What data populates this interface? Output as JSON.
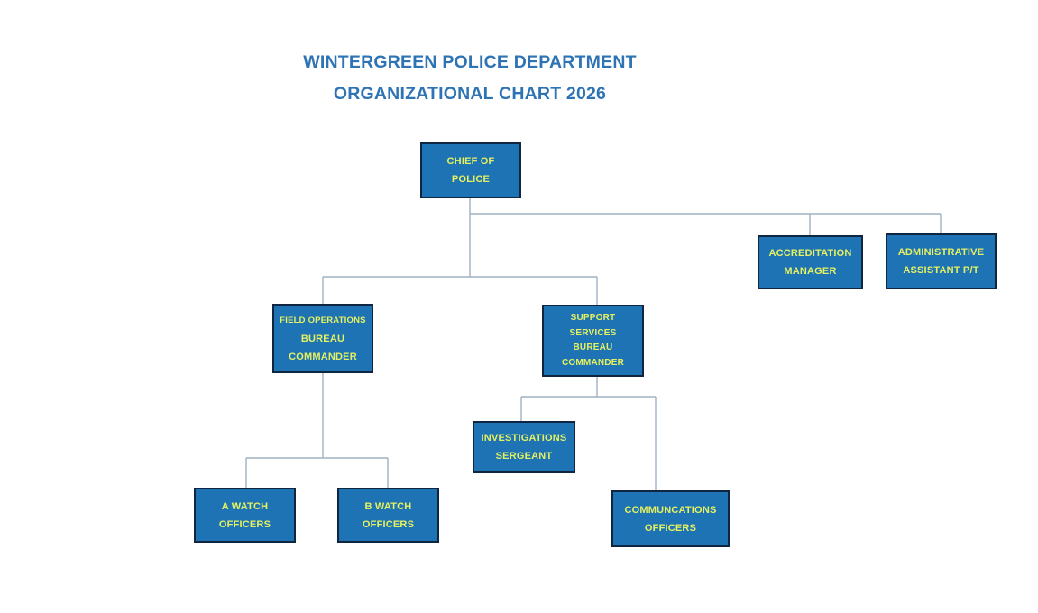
{
  "title": {
    "line1": "WINTERGREEN POLICE DEPARTMENT",
    "line2": "ORGANIZATIONAL CHART 2026"
  },
  "colors": {
    "background": "#FFFFFF",
    "title_text": "#2E74B5",
    "box_fill": "#1E73B5",
    "box_border": "#10253F",
    "box_text": "#E5F160",
    "connector": "#9FB0C4"
  },
  "nodes": {
    "chief": {
      "lines": [
        "CHIEF OF",
        "POLICE"
      ]
    },
    "accreditation": {
      "lines": [
        "ACCREDITATION",
        "MANAGER"
      ]
    },
    "admin_assistant": {
      "lines": [
        "ADMINISTRATIVE",
        "ASSISTANT P/T"
      ]
    },
    "field_ops": {
      "lines": [
        "FIELD OPERATIONS",
        "BUREAU",
        "COMMANDER"
      ]
    },
    "support": {
      "lines": [
        "SUPPORT",
        "SERVICES",
        "BUREAU",
        "COMMANDER"
      ]
    },
    "investigations": {
      "lines": [
        "INVESTIGATIONS",
        "SERGEANT"
      ]
    },
    "a_watch": {
      "lines": [
        "A WATCH",
        "OFFICERS"
      ]
    },
    "b_watch": {
      "lines": [
        "B WATCH",
        "OFFICERS"
      ]
    },
    "communications": {
      "lines": [
        "COMMUNCATIONS",
        "OFFICERS"
      ]
    }
  },
  "hierarchy": [
    {
      "parent": "CHIEF OF POLICE",
      "children": [
        "ACCREDITATION MANAGER",
        "ADMINISTRATIVE ASSISTANT P/T",
        "FIELD OPERATIONS BUREAU COMMANDER",
        "SUPPORT SERVICES BUREAU COMMANDER"
      ]
    },
    {
      "parent": "FIELD OPERATIONS BUREAU COMMANDER",
      "children": [
        "A WATCH OFFICERS",
        "B WATCH OFFICERS"
      ]
    },
    {
      "parent": "SUPPORT SERVICES BUREAU COMMANDER",
      "children": [
        "INVESTIGATIONS SERGEANT",
        "COMMUNCATIONS OFFICERS"
      ]
    }
  ]
}
